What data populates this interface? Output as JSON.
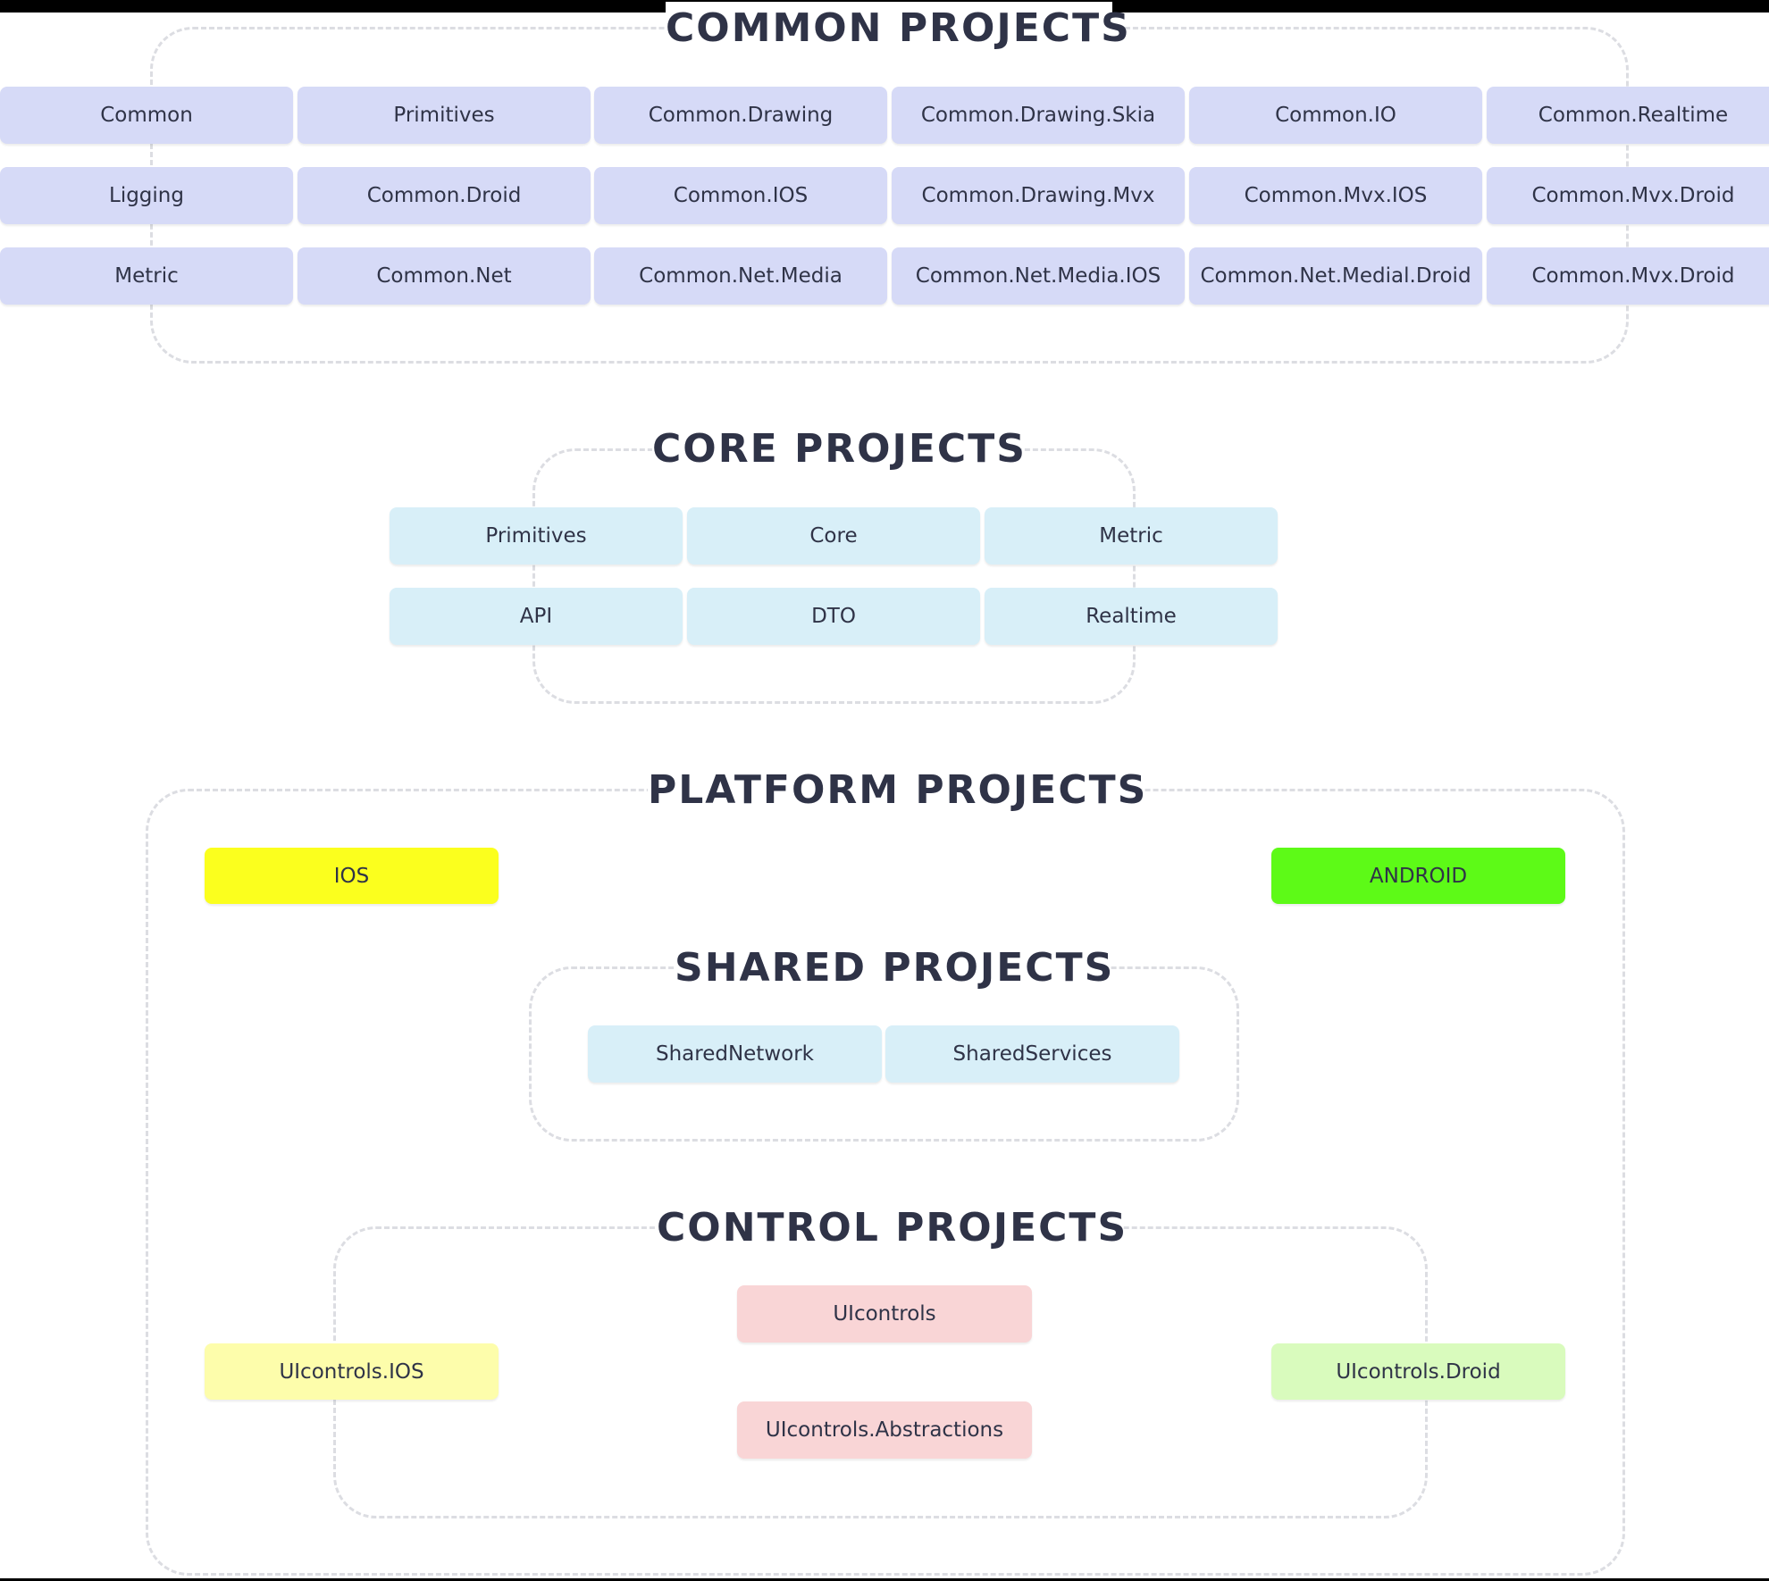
{
  "colors": {
    "common_box": "#d6daf7",
    "core_box": "#d8eff8",
    "shared_box": "#d8eff8",
    "ios": "#fbff1e",
    "android": "#5dfa17",
    "ui_ios": "#fdfdab",
    "ui_droid": "#d9fbbd",
    "ui_control": "#f9d5d6",
    "border": "#dcdde2",
    "text": "#2f3347"
  },
  "groups": {
    "common": {
      "title": "COMMON PROJECTS",
      "items": [
        "Common",
        "Primitives",
        "Common.Drawing",
        "Common.Drawing.Skia",
        "Common.IO",
        "Common.Realtime",
        "Ligging",
        "Common.Droid",
        "Common.IOS",
        "Common.Drawing.Mvx",
        "Common.Mvx.IOS",
        "Common.Mvx.Droid",
        "Metric",
        "Common.Net",
        "Common.Net.Media",
        "Common.Net.Media.IOS",
        "Common.Net.Medial.Droid",
        "Common.Mvx.Droid"
      ]
    },
    "core": {
      "title": "CORE PROJECTS",
      "items": [
        "Primitives",
        "Core",
        "Metric",
        "API",
        "DTO",
        "Realtime"
      ]
    },
    "platform": {
      "title": "PLATFORM PROJECTS",
      "ios": "IOS",
      "android": "ANDROID"
    },
    "shared": {
      "title": "SHARED PROJECTS",
      "items": [
        "SharedNetwork",
        "SharedServices"
      ]
    },
    "control": {
      "title": "CONTROL PROJECTS",
      "uicontrols": "UIcontrols",
      "abstractions": "UIcontrols.Abstractions",
      "ios": "UIcontrols.IOS",
      "droid": "UIcontrols.Droid"
    }
  }
}
